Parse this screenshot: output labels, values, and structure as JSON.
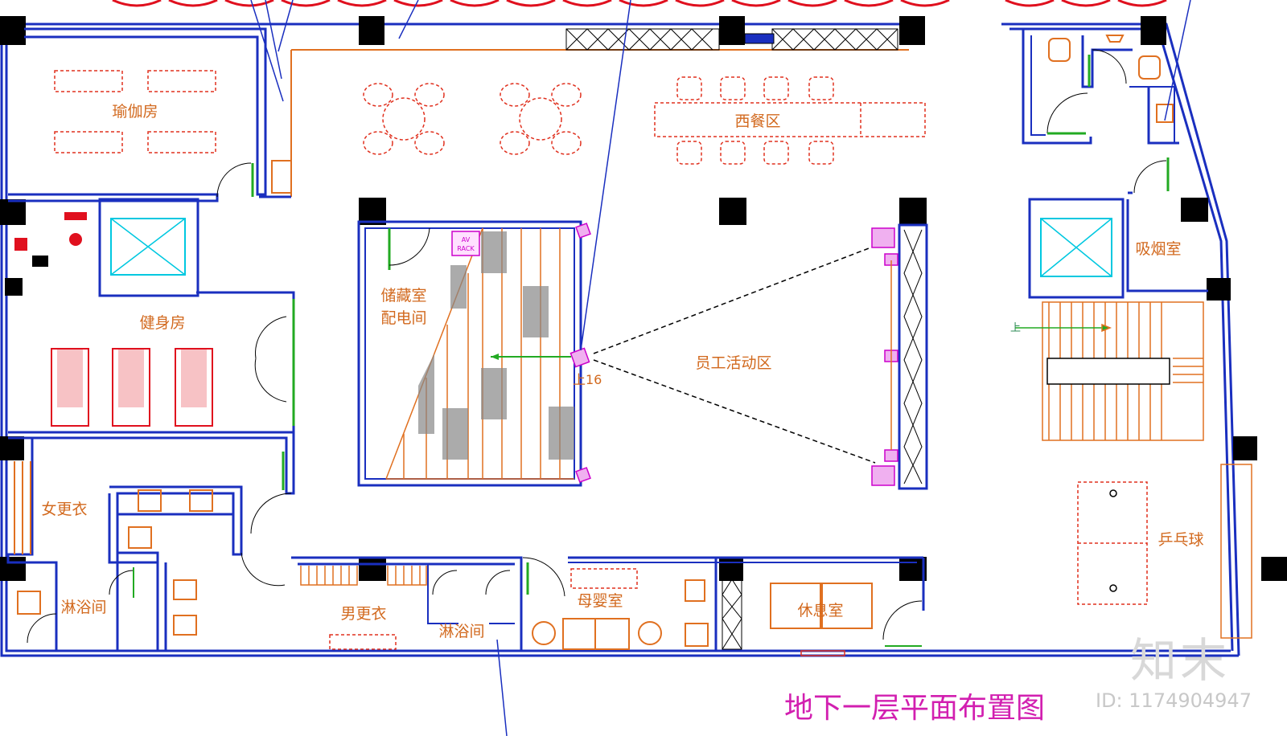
{
  "drawing": {
    "title": "地下一层平面布置图",
    "id_label": "ID: 1174904947",
    "watermark": "知末"
  },
  "rooms": {
    "yoga": "瑜伽房",
    "gym": "健身房",
    "storage_line1": "储藏室",
    "storage_line2": "配电间",
    "western_dining": "西餐区",
    "staff_activity": "员工活动区",
    "smoking": "吸烟室",
    "womens_locker": "女更衣",
    "womens_shower": "淋浴间",
    "mens_locker": "男更衣",
    "mens_shower": "淋浴间",
    "mother_baby": "母婴室",
    "lounge": "休息室",
    "table_tennis": "乒乓球"
  },
  "annotations": {
    "stair_up_16": "上16",
    "stair_up": "上",
    "av_rack_line1": "AV",
    "av_rack_line2": "RACK"
  },
  "colors": {
    "wall": "#1a2fbf",
    "column": "#000000",
    "furniture": "#e0301e",
    "door": "#22aa22",
    "stair": "#e07020",
    "elevator": "#00c8e0",
    "title": "#d21fb0"
  }
}
